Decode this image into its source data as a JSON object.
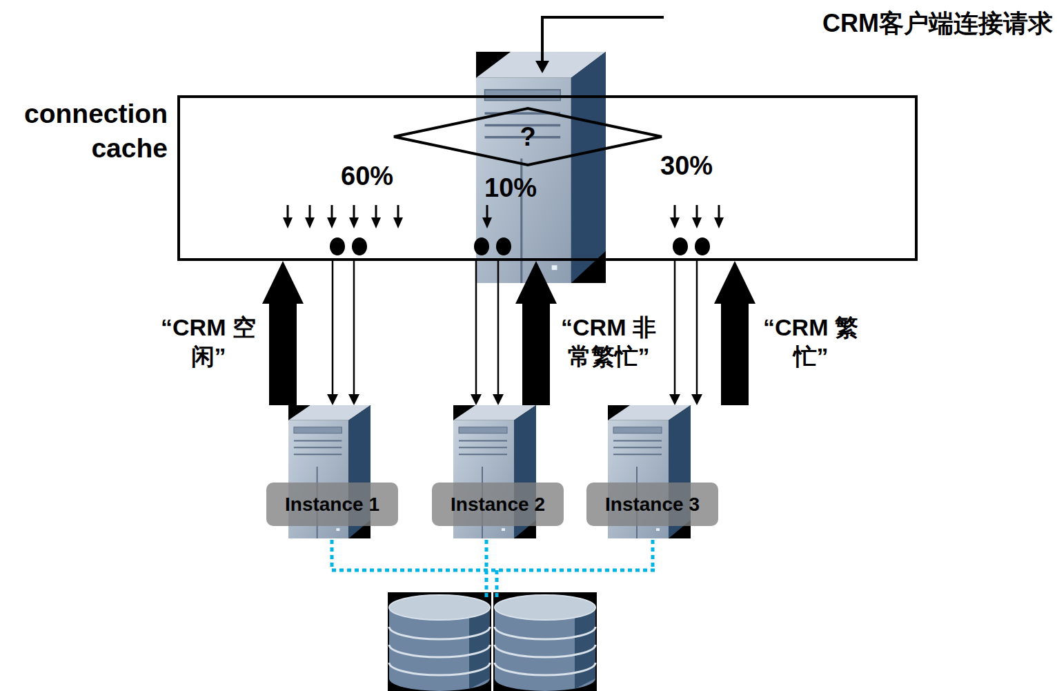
{
  "diagram": {
    "nodes": [
      {
        "text": [
          "connection cache"
        ]
      },
      {
        "text": [
          "?"
        ],
        "in": 0
      },
      {
        "text": [
          "Instance 1"
        ]
      },
      {
        "text": [
          "Instance 2"
        ]
      },
      {
        "text": [
          "Instance 3"
        ]
      }
    ],
    "edges": [
      {
        "from": 2,
        "to": 0,
        "arrow": "to",
        "label": "“CRM 空闲”"
      },
      {
        "from": 3,
        "to": 0,
        "arrow": "to",
        "label": "“CRM 非常繁忙”"
      },
      {
        "from": 4,
        "to": 0,
        "arrow": "to",
        "label": "“CRM 繁忙”"
      },
      {
        "from": 0,
        "to": 2,
        "arrow": "to"
      },
      {
        "from": 0,
        "to": 2,
        "arrow": "to"
      },
      {
        "from": 0,
        "to": 3,
        "arrow": "to"
      },
      {
        "from": 0,
        "to": 3,
        "arrow": "to"
      },
      {
        "from": 0,
        "to": 4,
        "arrow": "to"
      },
      {
        "from": 0,
        "to": 4,
        "arrow": "to"
      }
    ],
    "labels": [
      "CRM客户端连接请求",
      "60%",
      "10%",
      "30%"
    ]
  }
}
